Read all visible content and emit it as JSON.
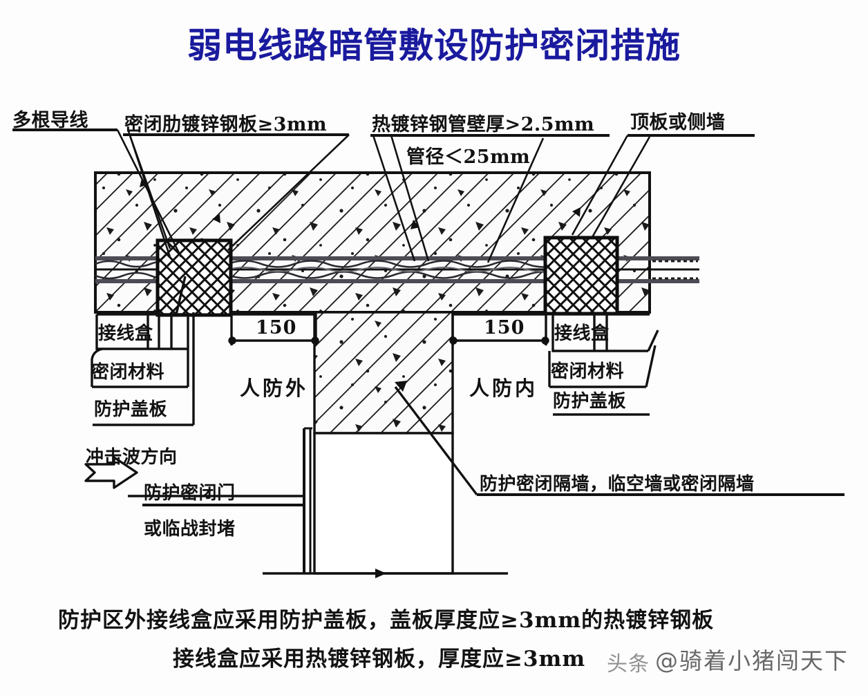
{
  "title": "弱电线路暗管敷设防护密闭措施",
  "title_color": "#1a1a9e",
  "labels": {
    "wires": "多根导线",
    "sealing_rib_plate": "密闭肋镀锌钢板≥3mm",
    "pipe_wall_thickness": "热镀锌钢管壁厚>2.5mm",
    "pipe_diameter": "管径＜25mm",
    "slab_or_wall": "顶板或侧墙",
    "junction_box_left": "接线盒",
    "sealing_material_left": "密闭材料",
    "protective_cover_left": "防护盖板",
    "junction_box_right": "接线盒",
    "sealing_material_right": "密闭材料",
    "protective_cover_right": "防护盖板",
    "dim_left": "150",
    "dim_right": "150",
    "zone_outside": "人防外",
    "zone_inside": "人防内",
    "shock_wave_direction": "冲击波方向",
    "protective_airtight_door": "防护密闭门",
    "temporary_blocking": "或临战封堵",
    "partition_wall": "防护密闭隔墙，临空墙或密闭隔墙"
  },
  "notes": {
    "line1": "防护区外接线盒应采用防护盖板，盖板厚度应≥3mm的热镀锌钢板",
    "line2": "接线盒应采用热镀锌钢板，厚度应≥3mm"
  },
  "watermark": {
    "handle": "@骑着小猪闯天下",
    "source": "头条"
  },
  "colors": {
    "title": "#1a1a9e",
    "line": "#111111",
    "hatch": "#1a1a1a",
    "conduit": "#4a4a52",
    "background": "#fdfdfd"
  }
}
